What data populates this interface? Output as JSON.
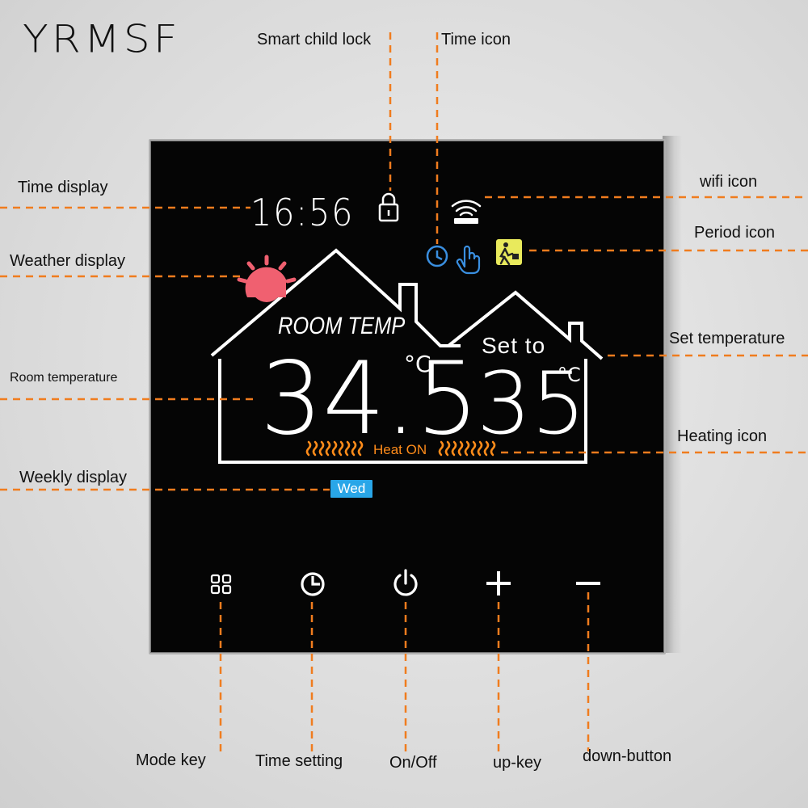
{
  "brand": "YRMSF",
  "display": {
    "time": "16:56",
    "room_title": "ROOM TEMP",
    "room_temp": "34.5",
    "set_title": "Set to",
    "set_temp": "35",
    "unit": "°C",
    "heat_status": "Heat ON",
    "weekday": "Wed",
    "wifi_caption": "wifi"
  },
  "labels": {
    "child_lock": "Smart child lock",
    "time_icon": "Time icon",
    "time_display": "Time display",
    "wifi_icon": "wifi icon",
    "period_icon": "Period icon",
    "weather_display": "Weather display",
    "set_temperature": "Set temperature",
    "room_temperature": "Room temperature",
    "heating_icon": "Heating icon",
    "weekly_display": "Weekly display",
    "mode_key": "Mode key",
    "time_setting": "Time setting",
    "on_off": "On/Off",
    "up_key": "up-key",
    "down_button": "down-button"
  },
  "colors": {
    "callout_line": "#f07c1e",
    "heat": "#ff8c1a",
    "weekday_badge": "#29a6e8",
    "clock_icon": "#3a8fe0",
    "period_icon_bg": "#e9ea5c",
    "sun": "#f06070"
  },
  "icons": [
    "lock-icon",
    "wifi-icon",
    "clock-icon",
    "hand-icon",
    "period-icon",
    "sun-icon",
    "mode-grid-icon",
    "timer-icon",
    "power-icon",
    "plus-icon",
    "minus-icon"
  ]
}
